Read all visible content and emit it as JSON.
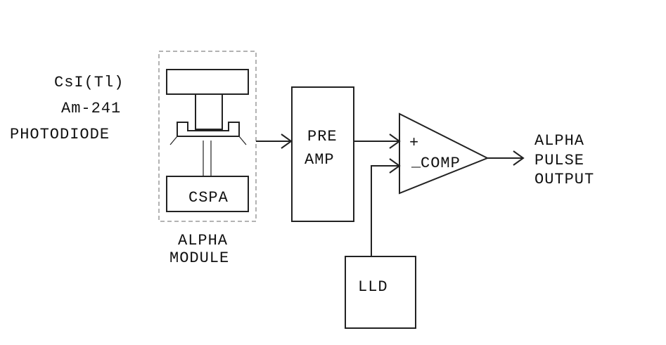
{
  "labels": {
    "crystal": "CsI(Tl)",
    "source": "Am-241",
    "photodiode": "PHOTODIODE",
    "cspa": "CSPA",
    "module_line1": "ALPHA",
    "module_line2": "MODULE",
    "preamp_line1": "PRE",
    "preamp_line2": "AMP",
    "comp_plus": "+",
    "comp_minus": "_",
    "comp_label": "COMP",
    "lld": "LLD",
    "output_line1": "ALPHA",
    "output_line2": "PULSE",
    "output_line3": "OUTPUT"
  }
}
